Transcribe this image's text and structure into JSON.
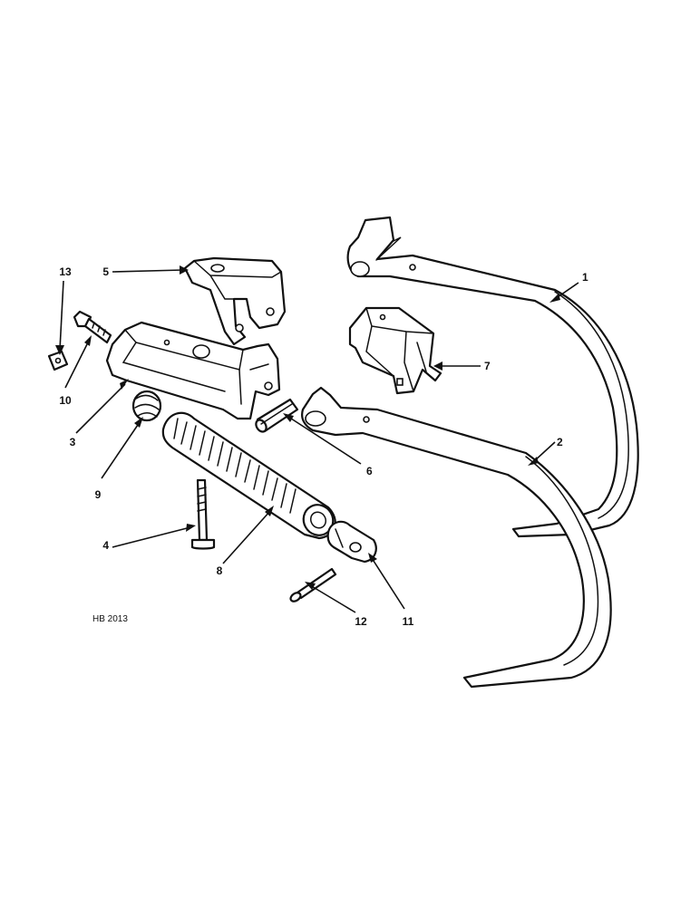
{
  "drawing_reference": "HB 2013",
  "callouts": [
    "1",
    "2",
    "3",
    "4",
    "5",
    "6",
    "7",
    "8",
    "9",
    "10",
    "11",
    "12",
    "13"
  ]
}
